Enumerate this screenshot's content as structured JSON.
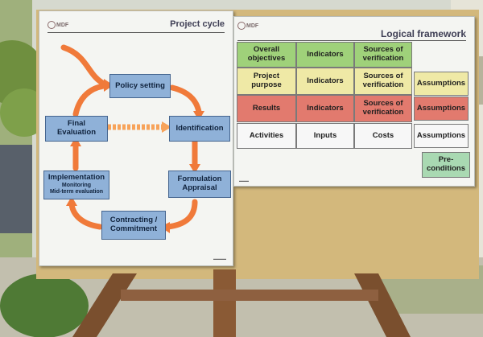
{
  "project_cycle": {
    "title": "Project cycle",
    "logo": "MDF",
    "steps": {
      "policy_setting": "Policy setting",
      "identification": "Identification",
      "formulation": "Formulation",
      "appraisal": "Appraisal",
      "contracting": "Contracting /",
      "commitment": "Commitment",
      "implementation": "Implementation",
      "monitoring": "Monitoring",
      "midterm": "Mid-term evaluation",
      "final": "Final",
      "evaluation": "Evaluation"
    }
  },
  "logical_framework": {
    "title": "Logical framework",
    "logo": "MDF",
    "rows": [
      {
        "c1a": "Overall",
        "c1b": "objectives",
        "c2": "Indicators",
        "c3a": "Sources of",
        "c3b": "verification",
        "c4": ""
      },
      {
        "c1a": "Project",
        "c1b": "purpose",
        "c2": "Indicators",
        "c3a": "Sources of",
        "c3b": "verification",
        "c4": "Assumptions"
      },
      {
        "c1a": "Results",
        "c1b": "",
        "c2": "Indicators",
        "c3a": "Sources of",
        "c3b": "verification",
        "c4": "Assumptions"
      },
      {
        "c1a": "Activities",
        "c1b": "",
        "c2": "Inputs",
        "c3a": "Costs",
        "c3b": "",
        "c4": "Assumptions"
      }
    ],
    "preconditions_a": "Pre-",
    "preconditions_b": "conditions"
  },
  "colors": {
    "box_blue": "#8fb1d8",
    "arrow_orange": "#f07a3a",
    "green": "#9fd17a",
    "yellow": "#efe9a6",
    "red": "#e27a6e",
    "white": "#f7f7f7",
    "mint": "#a9d9b2",
    "board_cork": "#d3b87c",
    "easel_wood": "#8a5a35"
  },
  "icons": [
    "mdf-logo-icon",
    "cycle-arrow-icon",
    "dashed-arrow-icon"
  ]
}
